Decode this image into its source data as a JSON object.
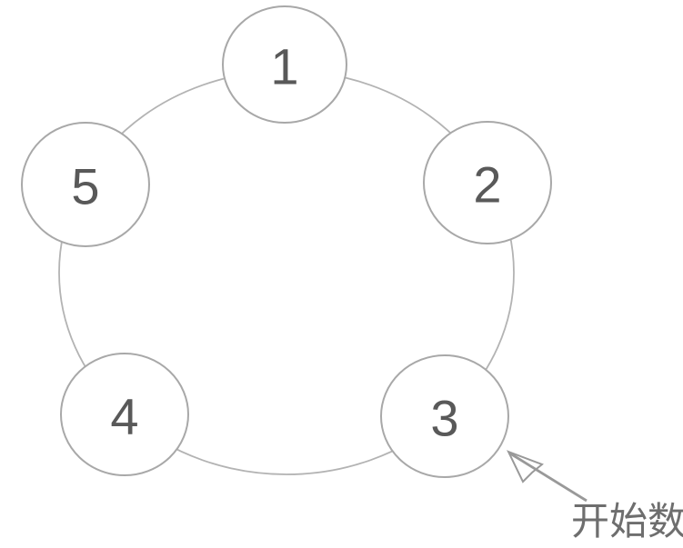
{
  "diagram": {
    "description": "ring of five numbered nodes with start-counting pointer",
    "nodes": [
      {
        "id": 1,
        "label": "1"
      },
      {
        "id": 2,
        "label": "2"
      },
      {
        "id": 3,
        "label": "3"
      },
      {
        "id": 4,
        "label": "4"
      },
      {
        "id": 5,
        "label": "5"
      }
    ],
    "annotation": {
      "text": "开始数",
      "points_to_node": "3"
    },
    "colors": {
      "background": "#ffffff",
      "ring_stroke": "#b3b3b3",
      "node_stroke": "#a8a8a8",
      "node_fill": "#ffffff",
      "number_text": "#595959",
      "arrow": "#999999",
      "annotation_text": "#6e6e6e"
    }
  }
}
